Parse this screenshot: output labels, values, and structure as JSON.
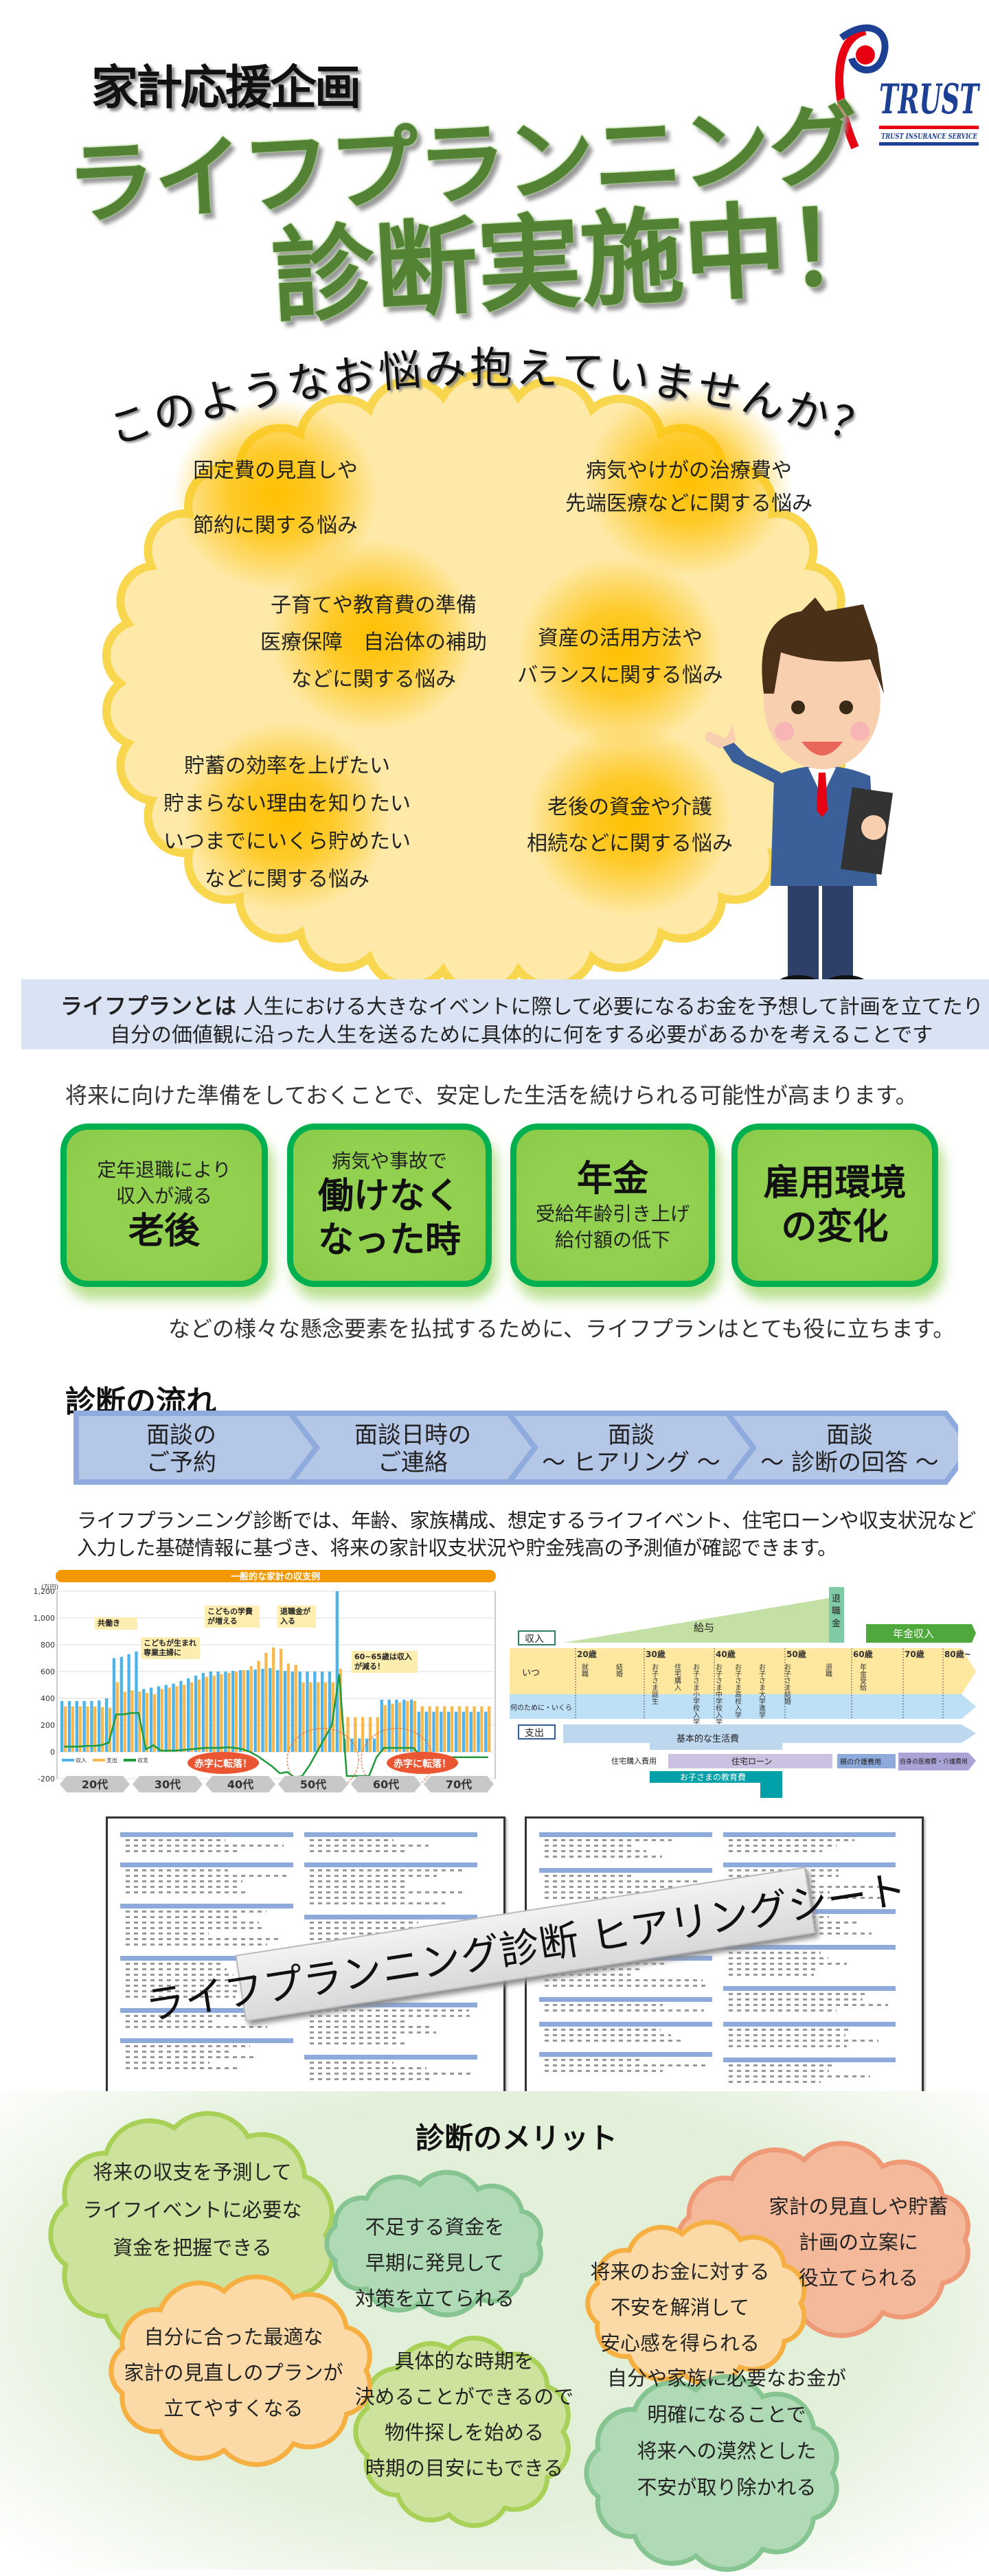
{
  "logo": {
    "name": "TRUST",
    "tagline": "TRUST INSURANCE SERVICE",
    "colors": {
      "red": "#e60012",
      "blue": "#1d3f94"
    }
  },
  "hero": {
    "kicker": "家計応援企画",
    "title1": "ライフプランニング",
    "title2": "診断実施中！",
    "green": "#548235"
  },
  "worries": {
    "question": "このようなお悩み抱えていませんか？",
    "items": [
      {
        "lines": [
          "固定費の見直しや",
          "節約に関する悩み"
        ]
      },
      {
        "lines": [
          "病気やけがの治療費や",
          "先端医療などに関する悩み"
        ]
      },
      {
        "lines": [
          "子育てや教育費の準備",
          "医療保障　自治体の補助",
          "などに関する悩み"
        ]
      },
      {
        "lines": [
          "資産の活用方法や",
          "バランスに関する悩み"
        ]
      },
      {
        "lines": [
          "貯蓄の効率を上げたい",
          "貯まらない理由を知りたい",
          "いつまでにいくら貯めたい",
          "などに関する悩み"
        ]
      },
      {
        "lines": [
          "老後の資金や介護",
          "相続などに関する悩み"
        ]
      }
    ]
  },
  "lifeplan": {
    "term": "ライフプランとは",
    "line1": "人生における大きなイベントに際して必要になるお金を予想して計画を立てたり",
    "line2": "自分の価値観に沿った人生を送るために具体的に何をする必要があるかを考えることです"
  },
  "intro": "将来に向けた準備をしておくことで、安定した生活を続けられる可能性が高まります。",
  "concerns": [
    {
      "lines": [
        {
          "t": "定年退職により",
          "s": "sm"
        },
        {
          "t": "収入が減る",
          "s": "sm"
        },
        {
          "t": "老後",
          "s": "bg"
        }
      ]
    },
    {
      "lines": [
        {
          "t": "病気や事故で",
          "s": "sm"
        },
        {
          "t": "働けなく",
          "s": "bg"
        },
        {
          "t": "なった時",
          "s": "bg"
        }
      ]
    },
    {
      "lines": [
        {
          "t": "年金",
          "s": "bg"
        },
        {
          "t": "受給年齢引き上げ",
          "s": "sm"
        },
        {
          "t": "給付額の低下",
          "s": "sm"
        }
      ]
    },
    {
      "lines": [
        {
          "t": "雇用環境",
          "s": "bg"
        },
        {
          "t": "の変化",
          "s": "bg"
        }
      ]
    }
  ],
  "concerns_outro": "などの様々な懸念要素を払拭するために、ライフプランはとても役に立ちます。",
  "flow": {
    "heading": "診断の流れ",
    "steps": [
      {
        "lines": [
          "面談の",
          "ご予約"
        ]
      },
      {
        "lines": [
          "面談日時の",
          "ご連絡"
        ]
      },
      {
        "lines": [
          "面談",
          "～ ヒアリング ～"
        ]
      },
      {
        "lines": [
          "面談",
          "～ 診断の回答 ～"
        ]
      }
    ],
    "desc": [
      "ライフプランニング診断では、年齢、家族構成、想定するライフイベント、住宅ローンや収支状況など",
      "入力した基礎情報に基づき、将来の家計収支状況や貯金残高の予測値が確認できます。"
    ]
  },
  "chart_data": {
    "type": "bar",
    "title": "一般的な家計の収支例",
    "ylabel": "(万円)",
    "ylim": [
      -200,
      1200
    ],
    "yticks": [
      "1,200",
      "1,000",
      "800",
      "600",
      "400",
      "200",
      "0",
      "-200"
    ],
    "ytick_values": [
      1200,
      1000,
      800,
      600,
      400,
      200,
      0,
      -200
    ],
    "grid": true,
    "legend": "bottom-left",
    "decades": [
      "20代",
      "30代",
      "40代",
      "50代",
      "60代",
      "70代"
    ],
    "series": [
      {
        "name": "収入",
        "color": "#4fb3e8",
        "values": [
          380,
          380,
          380,
          380,
          380,
          385,
          400,
          700,
          710,
          730,
          750,
          470,
          480,
          490,
          500,
          510,
          530,
          550,
          570,
          590,
          600,
          600,
          600,
          605,
          610,
          610,
          615,
          620,
          625,
          610,
          605,
          600,
          600,
          600,
          600,
          600,
          600,
          1200,
          100,
          100,
          100,
          100,
          100,
          390,
          390,
          390,
          390,
          390,
          300,
          300,
          300,
          300,
          300,
          300,
          300,
          300,
          300,
          300
        ]
      },
      {
        "name": "支出",
        "color": "#f7b84f",
        "values": [
          340,
          340,
          340,
          340,
          340,
          335,
          330,
          520,
          450,
          460,
          450,
          440,
          430,
          470,
          480,
          490,
          500,
          520,
          540,
          560,
          570,
          580,
          590,
          600,
          610,
          640,
          680,
          740,
          780,
          770,
          660,
          650,
          520,
          520,
          520,
          520,
          520,
          620,
          260,
          260,
          260,
          260,
          260,
          350,
          360,
          370,
          380,
          380,
          340,
          340,
          340,
          340,
          340,
          340,
          340,
          340,
          340,
          340
        ]
      },
      {
        "name": "収支",
        "color": "#1e9a3c",
        "values": [
          40,
          40,
          40,
          45,
          45,
          50,
          70,
          280,
          280,
          290,
          290,
          20,
          50,
          10,
          10,
          10,
          15,
          20,
          25,
          30,
          30,
          30,
          35,
          30,
          20,
          0,
          -30,
          -70,
          -110,
          -160,
          -150,
          -190,
          -180,
          -100,
          0,
          100,
          200,
          580,
          -180,
          -180,
          -180,
          -180,
          -40,
          30,
          30,
          30,
          30,
          30,
          -40,
          -40,
          -40,
          -40,
          -40,
          -40,
          -40,
          -40,
          -40,
          -40
        ]
      }
    ],
    "annotations": [
      "共働き",
      "こどもが生まれ専業主婦に",
      "こどもの学費が増える",
      "退職金が入る",
      "60~65歳は収入が減る！"
    ],
    "deficit_labels": [
      "赤字に転落！",
      "赤字に転落！"
    ]
  },
  "timeline": {
    "income_label": "収入",
    "salary": "給与",
    "retirement_bonus": "退職金",
    "pension": "年金収入",
    "when_label": "いつ",
    "why_label": "何のために・いくら",
    "ages": [
      "20歳",
      "30歳",
      "40歳",
      "50歳",
      "60歳",
      "70歳",
      "80歳~"
    ],
    "events": [
      "就職",
      "結婚",
      "お子さま誕生",
      "住宅購入",
      "お子さま小学校入学",
      "お子さま中学校入学",
      "お子さま高校入学",
      "お子さま大学進学",
      "お子さま結婚",
      "退職",
      "年金受給"
    ],
    "expense_label": "支出",
    "living": "基本的な生活費",
    "house_purchase": "住宅購入費用",
    "mortgage": "住宅ローン",
    "parent_care": "親の介護費用",
    "own_care": "自身の医療費・介護費用",
    "education": "お子さまの教育費"
  },
  "hearing": {
    "banner": "ライフプランニング診断 ヒアリングシート"
  },
  "merits": {
    "heading": "診断のメリット",
    "items": [
      {
        "lines": [
          "将来の収支を予測して",
          "ライフイベントに必要な",
          "資金を把握できる"
        ],
        "fill": "#cde29d",
        "stroke": "#a9d158"
      },
      {
        "lines": [
          "家計の見直しや貯蓄",
          "計画の立案に",
          "役立てられる"
        ],
        "fill": "#f4b99b",
        "stroke": "#ee9a77"
      },
      {
        "lines": [
          "具体的な時期を",
          "決めることができるので",
          "物件探しを始める",
          "時期の目安にもできる"
        ],
        "fill": "#cde29d",
        "stroke": "#a9d158"
      },
      {
        "lines": [
          "自分に合った最適な",
          "家計の見直しのプランが",
          "立てやすくなる"
        ],
        "fill": "#fbdaa8",
        "stroke": "#f6b042"
      },
      {
        "lines": [
          "将来のお金に対する",
          "不安を解消して",
          "安心感を得られる"
        ],
        "fill": "#fbdaa8",
        "stroke": "#f6b042"
      },
      {
        "lines": [
          "不足する資金を",
          "早期に発見して",
          "対策を立てられる"
        ],
        "fill": "#b0d9b5",
        "stroke": "#86c592"
      },
      {
        "lines": [
          "自分や家族に必要なお金が",
          "明確になることで",
          "将来への漠然とした",
          "不安が取り除かれる"
        ],
        "fill": "#b0d9b5",
        "stroke": "#86c592"
      }
    ]
  }
}
